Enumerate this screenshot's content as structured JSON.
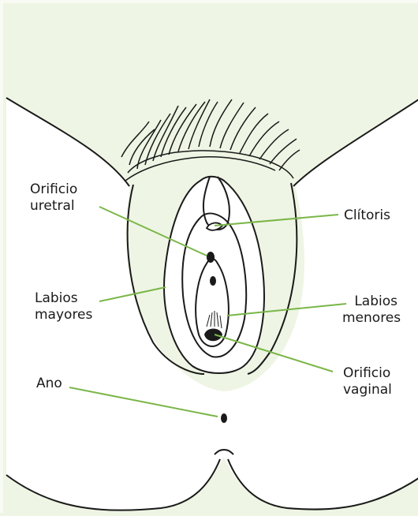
{
  "colors": {
    "background": "#eef5e4",
    "leader_line": "#7ab648",
    "outline": "#1a1a1a",
    "skin": "#ffffff"
  },
  "labels": {
    "urethral_opening": [
      "Orificio",
      "uretral"
    ],
    "clitoris": "Clítoris",
    "labia_majora": [
      "Labios",
      "mayores"
    ],
    "labia_minora": [
      "Labios",
      "menores"
    ],
    "anus": "Ano",
    "vaginal_opening": [
      "Orificio",
      "vaginal"
    ]
  }
}
